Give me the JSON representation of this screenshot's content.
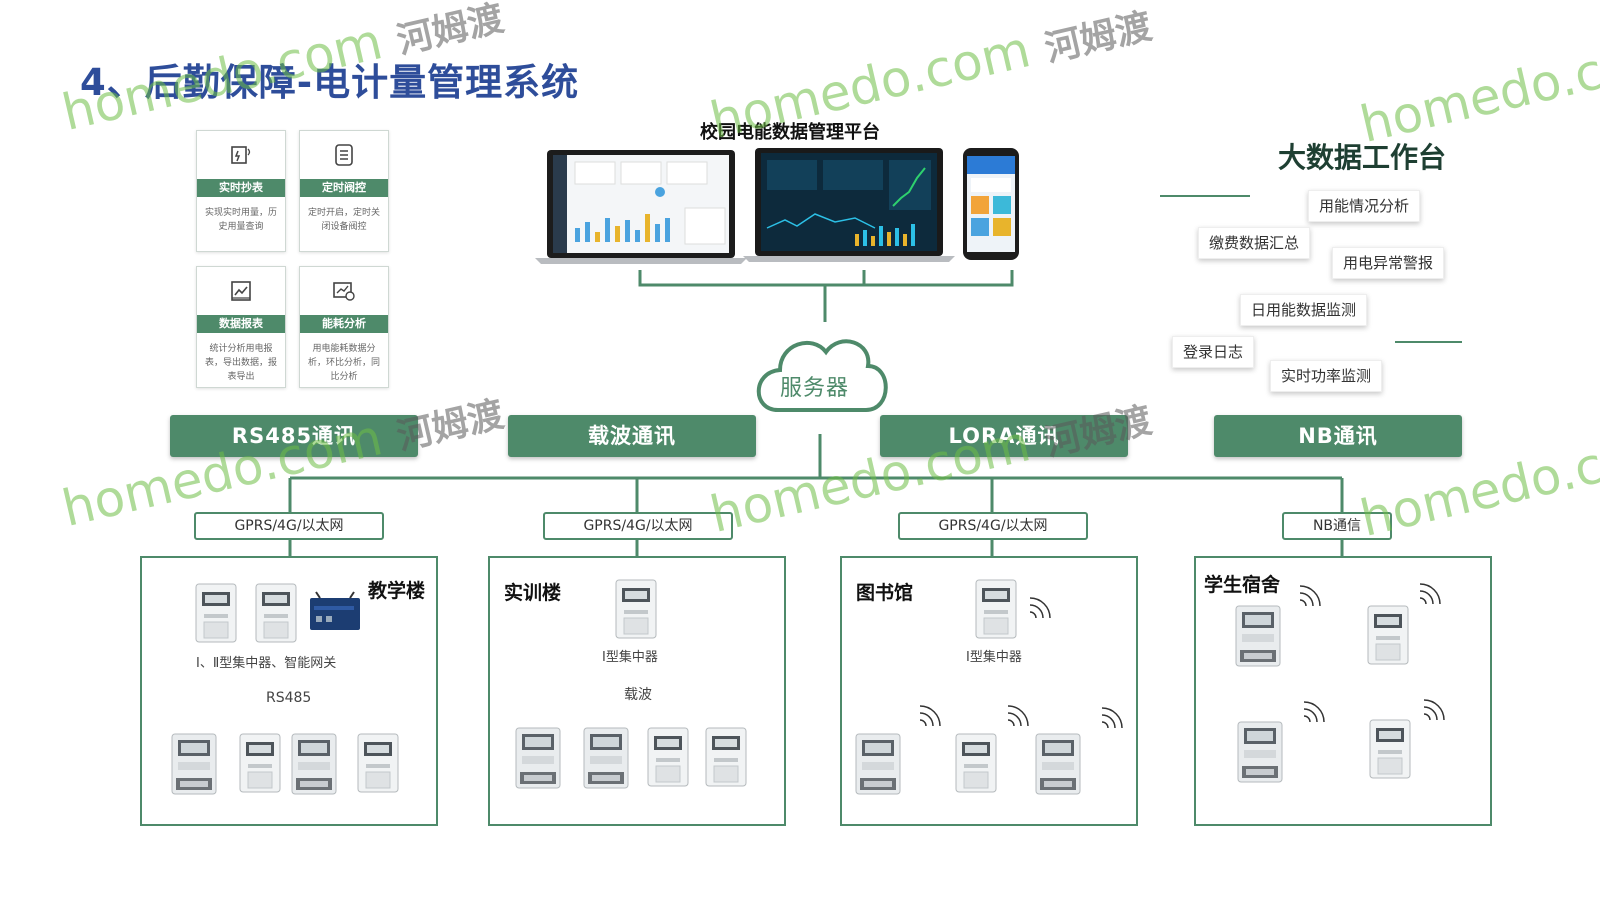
{
  "title": "4、后勤保障-电计量管理系统",
  "feature_cards": [
    {
      "label": "实时抄表",
      "desc": "实现实时用量，历史用量查询",
      "icon": "meter-reading-icon"
    },
    {
      "label": "定时阀控",
      "desc": "定时开启，定时关闭设备阀控",
      "icon": "timer-control-icon"
    },
    {
      "label": "数据报表",
      "desc": "统计分析用电报表，导出数据，报表导出",
      "icon": "report-chart-icon"
    },
    {
      "label": "能耗分析",
      "desc": "用电能耗数据分析，环比分析，同比分析",
      "icon": "energy-analysis-icon"
    }
  ],
  "platform_title": "校园电能数据管理平台",
  "server_label": "服务器",
  "workbench": {
    "title": "大数据工作台",
    "items": [
      "用能情况分析",
      "缴费数据汇总",
      "用电异常警报",
      "日用能数据监测",
      "登录日志",
      "实时功率监测"
    ]
  },
  "comm_buttons": [
    "RS485通讯",
    "载波通讯",
    "LORA通讯",
    "NB通讯"
  ],
  "net_labels": [
    "GPRS/4G/以太网",
    "GPRS/4G/以太网",
    "GPRS/4G/以太网",
    "NB通信"
  ],
  "buildings": [
    {
      "name": "教学楼",
      "device_caption": "Ⅰ、Ⅱ型集中器、智能网关",
      "bus_label": "RS485"
    },
    {
      "name": "实训楼",
      "device_caption": "Ⅰ型集中器",
      "bus_label": "载波"
    },
    {
      "name": "图书馆",
      "device_caption": "Ⅰ型集中器"
    },
    {
      "name": "学生宿舍"
    }
  ],
  "watermark": {
    "text": "homedo.com",
    "cn": "河姆渡"
  },
  "colors": {
    "green": "#4e8a6a",
    "title_blue": "#2e4d9a",
    "watermark_green": "#6ebe46"
  }
}
